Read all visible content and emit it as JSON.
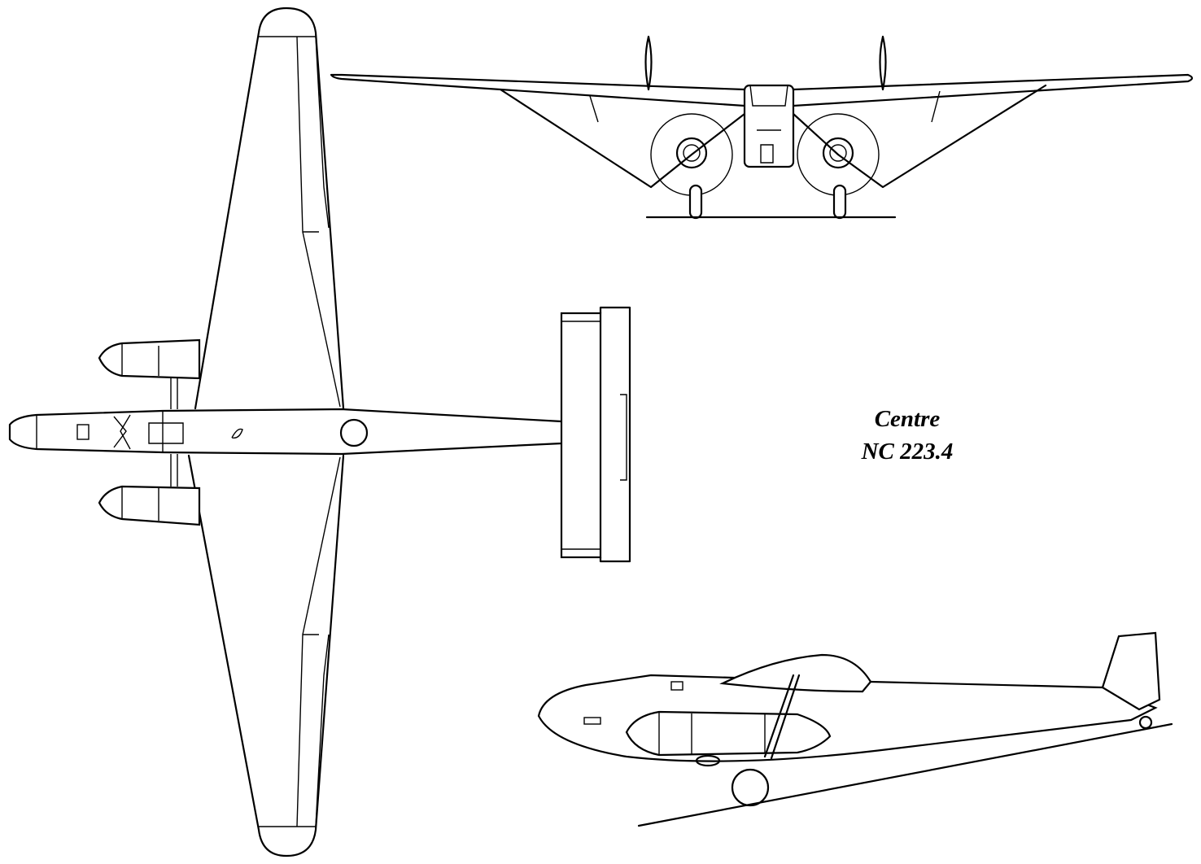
{
  "caption": {
    "manufacturer": "Centre",
    "model": "NC 223.4"
  },
  "views": [
    "top-view",
    "front-view",
    "side-view"
  ],
  "colors": {
    "ink": "#000000",
    "paper": "#ffffff"
  }
}
